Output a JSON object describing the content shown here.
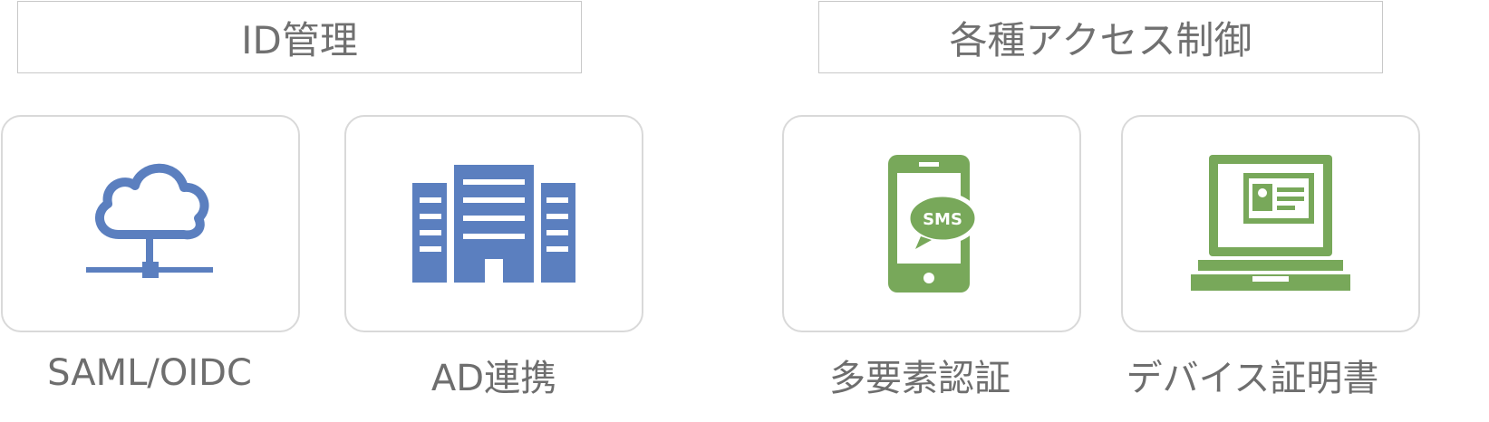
{
  "groups": [
    {
      "title": "ID管理",
      "color": "#5b7fbf"
    },
    {
      "title": "各種アクセス制御",
      "color": "#78a85a"
    }
  ],
  "items": [
    {
      "label": "SAML/OIDC",
      "icon": "cloud-network-icon"
    },
    {
      "label": "AD連携",
      "icon": "building-icon"
    },
    {
      "label": "多要素認証",
      "icon": "smartphone-sms-icon",
      "badge": "SMS"
    },
    {
      "label": "デバイス証明書",
      "icon": "laptop-certificate-icon"
    }
  ]
}
